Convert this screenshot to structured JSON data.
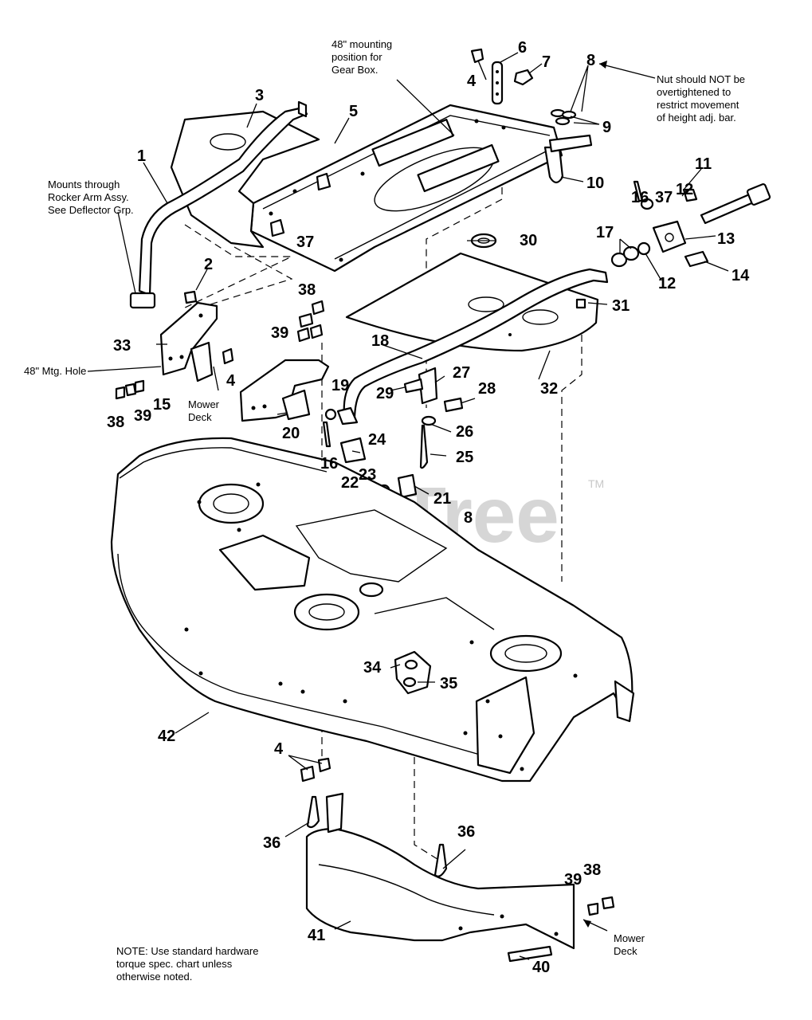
{
  "watermark": {
    "text": "PartsTree",
    "trademark": "TM"
  },
  "callouts": {
    "c1": "1",
    "c2": "2",
    "c3": "3",
    "c4a": "4",
    "c4b": "4",
    "c4c": "4",
    "c5": "5",
    "c6": "6",
    "c7": "7",
    "c8a": "8",
    "c8b": "8",
    "c9": "9",
    "c10": "10",
    "c11": "11",
    "c12a": "12",
    "c12b": "12",
    "c13": "13",
    "c14": "14",
    "c15": "15",
    "c16a": "16",
    "c16b": "16",
    "c17": "17",
    "c18": "18",
    "c19": "19",
    "c20": "20",
    "c21": "21",
    "c22": "22",
    "c23": "23",
    "c24": "24",
    "c25": "25",
    "c26": "26",
    "c27": "27",
    "c28": "28",
    "c29": "29",
    "c30": "30",
    "c31": "31",
    "c32": "32",
    "c33": "33",
    "c34": "34",
    "c35": "35",
    "c36a": "36",
    "c36b": "36",
    "c37a": "37",
    "c37b": "37",
    "c38a": "38",
    "c38b": "38",
    "c38c": "38",
    "c39a": "39",
    "c39b": "39",
    "c39c": "39",
    "c40": "40",
    "c41": "41",
    "c42": "42"
  },
  "notes": {
    "gearbox": [
      "48\" mounting",
      "position for",
      "Gear Box."
    ],
    "nut": [
      "Nut should NOT be",
      "overtightened to",
      "restrict movement",
      "of height adj. bar."
    ],
    "mounts": [
      "Mounts through",
      "Rocker Arm Assy.",
      "See Deflector Grp."
    ],
    "mtg_hole": "48\" Mtg. Hole",
    "mower_deck_1": [
      "Mower",
      "Deck"
    ],
    "mower_deck_2": [
      "Mower",
      "Deck"
    ],
    "torque": [
      "NOTE: Use standard hardware",
      "torque spec. chart unless",
      "otherwise noted."
    ]
  }
}
